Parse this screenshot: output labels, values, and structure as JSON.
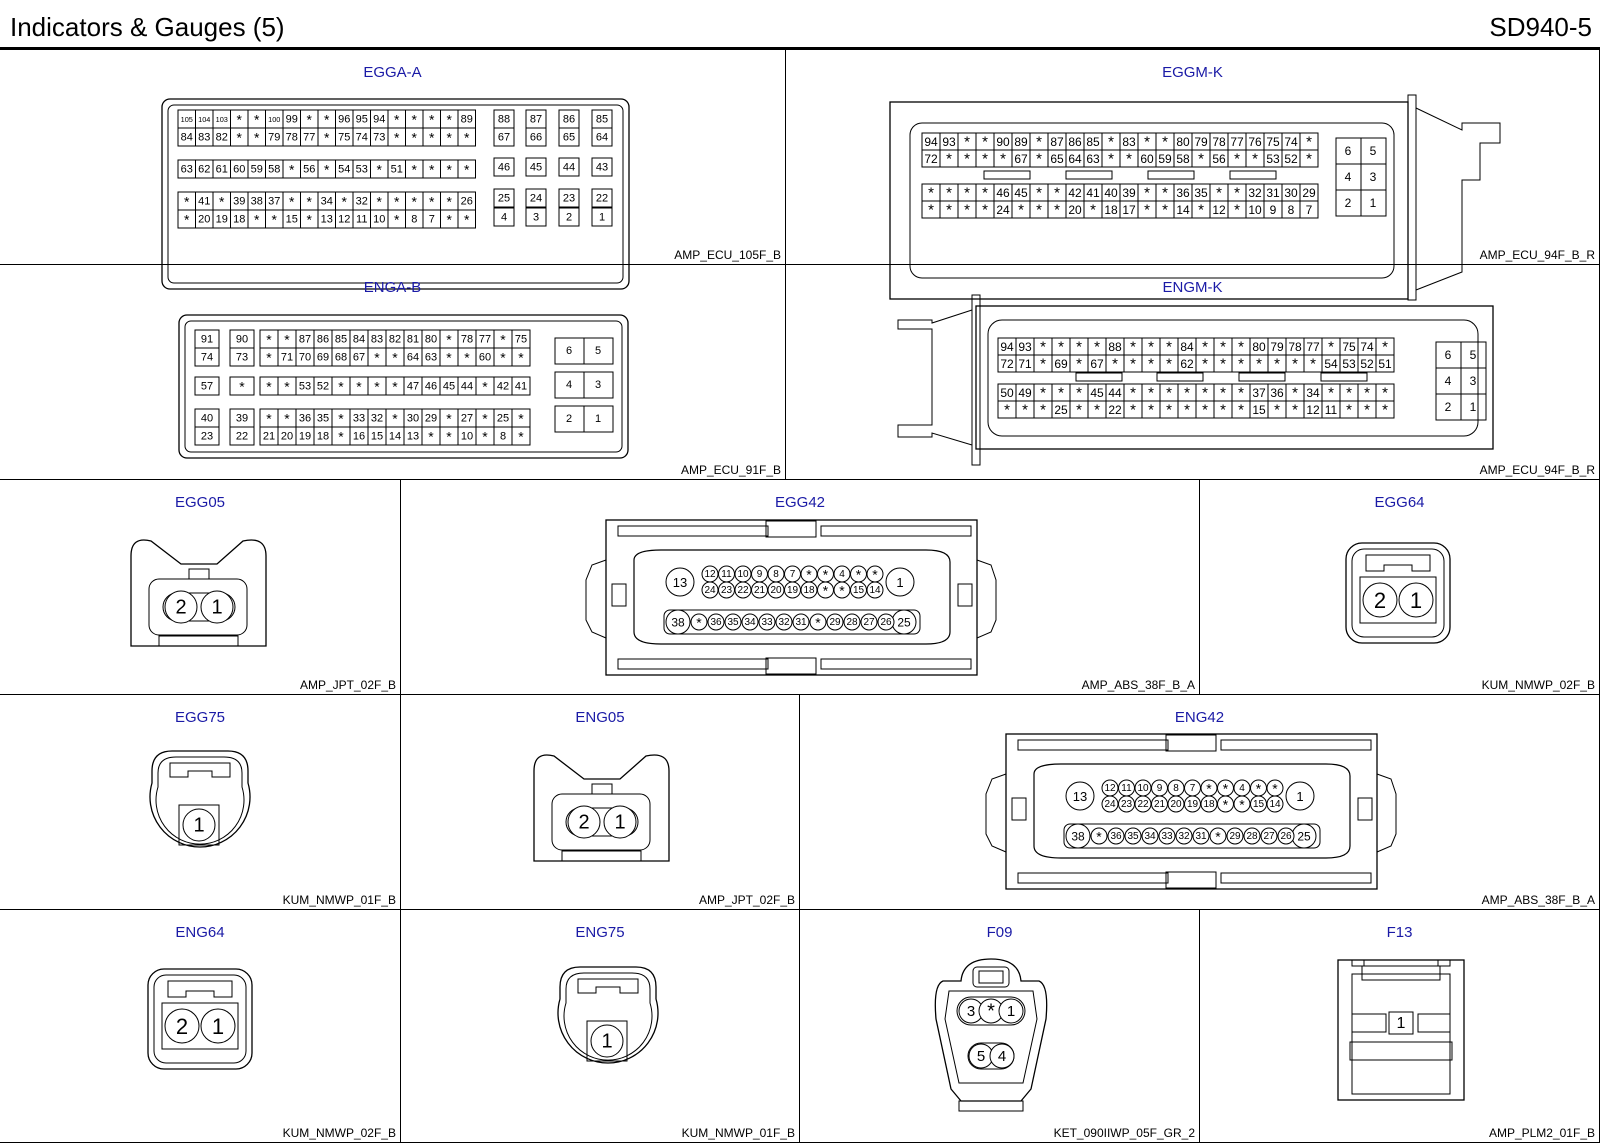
{
  "header": {
    "title": "Indicators & Gauges (5)",
    "page_code": "SD940-5"
  },
  "connectors": [
    {
      "id": "egga-a",
      "name": "EGGA-A",
      "code": "AMP_ECU_105F_B"
    },
    {
      "id": "eggm-k",
      "name": "EGGM-K",
      "code": "AMP_ECU_94F_B_R"
    },
    {
      "id": "enga-b",
      "name": "ENGA-B",
      "code": "AMP_ECU_91F_B"
    },
    {
      "id": "engm-k",
      "name": "ENGM-K",
      "code": "AMP_ECU_94F_B_R"
    },
    {
      "id": "egg05",
      "name": "EGG05",
      "code": "AMP_JPT_02F_B"
    },
    {
      "id": "egg42",
      "name": "EGG42",
      "code": "AMP_ABS_38F_B_A"
    },
    {
      "id": "egg64",
      "name": "EGG64",
      "code": "KUM_NMWP_02F_B"
    },
    {
      "id": "egg75",
      "name": "EGG75",
      "code": "KUM_NMWP_01F_B"
    },
    {
      "id": "eng05",
      "name": "ENG05",
      "code": "AMP_JPT_02F_B"
    },
    {
      "id": "eng42",
      "name": "ENG42",
      "code": "AMP_ABS_38F_B_A"
    },
    {
      "id": "eng64",
      "name": "ENG64",
      "code": "KUM_NMWP_02F_B"
    },
    {
      "id": "eng75",
      "name": "ENG75",
      "code": "KUM_NMWP_01F_B"
    },
    {
      "id": "f09",
      "name": "F09",
      "code": "KET_090IIWP_05F_GR_2"
    },
    {
      "id": "f13",
      "name": "F13",
      "code": "AMP_PLM2_01F_B"
    }
  ],
  "pins": {
    "egga_a": {
      "r1": [
        "105",
        "104",
        "103",
        "*",
        "*",
        "100",
        "99",
        "*",
        "*",
        "96",
        "95",
        "94",
        "*",
        "*",
        "*",
        "*",
        "89"
      ],
      "r2": [
        "84",
        "83",
        "82",
        "*",
        "*",
        "79",
        "78",
        "77",
        "*",
        "75",
        "74",
        "73",
        "*",
        "*",
        "*",
        "*",
        "*"
      ],
      "r3": [
        "63",
        "62",
        "61",
        "60",
        "59",
        "58",
        "*",
        "56",
        "*",
        "54",
        "53",
        "*",
        "51",
        "*",
        "*",
        "*",
        "*"
      ],
      "r4": [
        "*",
        "41",
        "*",
        "39",
        "38",
        "37",
        "*",
        "*",
        "34",
        "*",
        "32",
        "*",
        "*",
        "*",
        "*",
        "*",
        "26"
      ],
      "r5": [
        "*",
        "20",
        "19",
        "18",
        "*",
        "*",
        "15",
        "*",
        "13",
        "12",
        "11",
        "10",
        "*",
        "8",
        "7",
        "*",
        "*"
      ],
      "single": [
        [
          "88",
          "87",
          "86",
          "85"
        ],
        [
          "67",
          "66",
          "65",
          "64"
        ],
        [
          "46",
          "45",
          "44",
          "43"
        ],
        [
          "25",
          "24",
          "23",
          "22"
        ],
        [
          "4",
          "3",
          "2",
          "1"
        ]
      ]
    },
    "eggm_k": {
      "r1": [
        "94",
        "93",
        "*",
        "*",
        "90",
        "89",
        "*",
        "87",
        "86",
        "85",
        "*",
        "83",
        "*",
        "*",
        "80",
        "79",
        "78",
        "77",
        "76",
        "75",
        "74",
        "*"
      ],
      "r2": [
        "72",
        "*",
        "*",
        "*",
        "*",
        "67",
        "*",
        "65",
        "64",
        "63",
        "*",
        "*",
        "60",
        "59",
        "58",
        "*",
        "56",
        "*",
        "*",
        "53",
        "52",
        "*"
      ],
      "r3": [
        "*",
        "*",
        "*",
        "*",
        "46",
        "45",
        "*",
        "*",
        "42",
        "41",
        "40",
        "39",
        "*",
        "*",
        "36",
        "35",
        "*",
        "*",
        "32",
        "31",
        "30",
        "29"
      ],
      "r4": [
        "*",
        "*",
        "*",
        "*",
        "24",
        "*",
        "*",
        "*",
        "20",
        "*",
        "18",
        "17",
        "*",
        "*",
        "14",
        "*",
        "12",
        "*",
        "10",
        "9",
        "8",
        "7"
      ],
      "grid": [
        [
          "6",
          "5"
        ],
        [
          "4",
          "3"
        ],
        [
          "2",
          "1"
        ]
      ]
    },
    "enga_b": {
      "left": [
        [
          "91",
          "90"
        ],
        [
          "74",
          "73"
        ],
        [
          "57",
          "*"
        ],
        [
          "40",
          "39"
        ],
        [
          "23",
          "22"
        ]
      ],
      "r1": [
        "*",
        "*",
        "87",
        "86",
        "85",
        "84",
        "83",
        "82",
        "81",
        "80",
        "*",
        "78",
        "77",
        "*",
        "75"
      ],
      "r2": [
        "*",
        "71",
        "70",
        "69",
        "68",
        "67",
        "*",
        "*",
        "64",
        "63",
        "*",
        "*",
        "60",
        "*",
        "*"
      ],
      "r3": [
        "*",
        "*",
        "53",
        "52",
        "*",
        "*",
        "*",
        "*",
        "47",
        "46",
        "45",
        "44",
        "*",
        "42",
        "41"
      ],
      "r4": [
        "*",
        "*",
        "36",
        "35",
        "*",
        "33",
        "32",
        "*",
        "30",
        "29",
        "*",
        "27",
        "*",
        "25",
        "*"
      ],
      "r5": [
        "21",
        "20",
        "19",
        "18",
        "*",
        "16",
        "15",
        "14",
        "13",
        "*",
        "*",
        "10",
        "*",
        "8",
        "*"
      ],
      "grid": [
        [
          "6",
          "5"
        ],
        [
          "4",
          "3"
        ],
        [
          "2",
          "1"
        ]
      ]
    },
    "engm_k": {
      "r1": [
        "94",
        "93",
        "*",
        "*",
        "*",
        "*",
        "88",
        "*",
        "*",
        "*",
        "84",
        "*",
        "*",
        "*",
        "80",
        "79",
        "78",
        "77",
        "*",
        "75",
        "74",
        "*"
      ],
      "r2": [
        "72",
        "71",
        "*",
        "69",
        "*",
        "67",
        "*",
        "*",
        "*",
        "*",
        "62",
        "*",
        "*",
        "*",
        "*",
        "*",
        "*",
        "*",
        "54",
        "53",
        "52",
        "51"
      ],
      "r3": [
        "50",
        "49",
        "*",
        "*",
        "*",
        "45",
        "44",
        "*",
        "*",
        "*",
        "*",
        "*",
        "*",
        "*",
        "37",
        "36",
        "*",
        "34",
        "*",
        "*",
        "*",
        "*"
      ],
      "r4": [
        "*",
        "*",
        "*",
        "25",
        "*",
        "*",
        "22",
        "*",
        "*",
        "*",
        "*",
        "*",
        "*",
        "*",
        "15",
        "*",
        "*",
        "12",
        "11",
        "*",
        "*",
        "*"
      ],
      "grid": [
        [
          "6",
          "5"
        ],
        [
          "4",
          "3"
        ],
        [
          "2",
          "1"
        ]
      ]
    },
    "abs38": {
      "big_left": "13",
      "big_right": "1",
      "top1": [
        "12",
        "11",
        "10",
        "9",
        "8",
        "7",
        "*",
        "*",
        "4",
        "*",
        "*"
      ],
      "top2": [
        "24",
        "23",
        "22",
        "21",
        "20",
        "19",
        "18",
        "*",
        "*",
        "15",
        "14"
      ],
      "bottom_left": "38",
      "bottom_right": "25",
      "bottom": [
        "*",
        "36",
        "35",
        "34",
        "33",
        "32",
        "31",
        "*",
        "29",
        "28",
        "27",
        "26"
      ]
    },
    "two_pin": [
      "2",
      "1"
    ],
    "one_pin": [
      "1"
    ],
    "f09": [
      "3",
      "*",
      "1",
      "5",
      "4"
    ],
    "f13": [
      "1"
    ]
  }
}
